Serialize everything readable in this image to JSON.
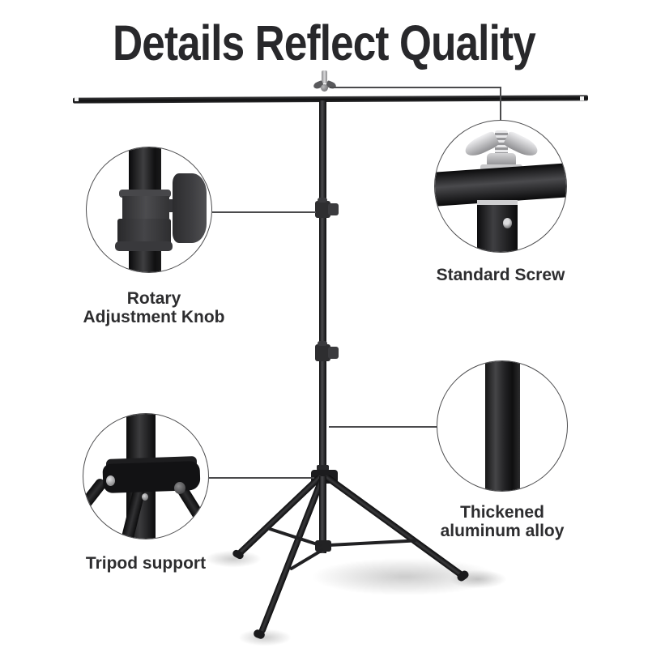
{
  "title": "Details Reflect Quality",
  "callouts": {
    "rotary_knob": {
      "line1": "Rotary",
      "line2": "Adjustment Knob"
    },
    "standard_screw": {
      "label": "Standard Screw"
    },
    "tripod_support": {
      "label": "Tripod support"
    },
    "aluminum_alloy": {
      "line1": "Thickened",
      "line2": "aluminum alloy"
    }
  },
  "colors": {
    "background": "#ffffff",
    "title_text": "#28282b",
    "label_text": "#2d2d2f",
    "stand_black": "#141416",
    "clamp_gray": "#3b3b3e",
    "connector_line": "#4a4a4c",
    "metal_silver": "#c9c9cb"
  }
}
